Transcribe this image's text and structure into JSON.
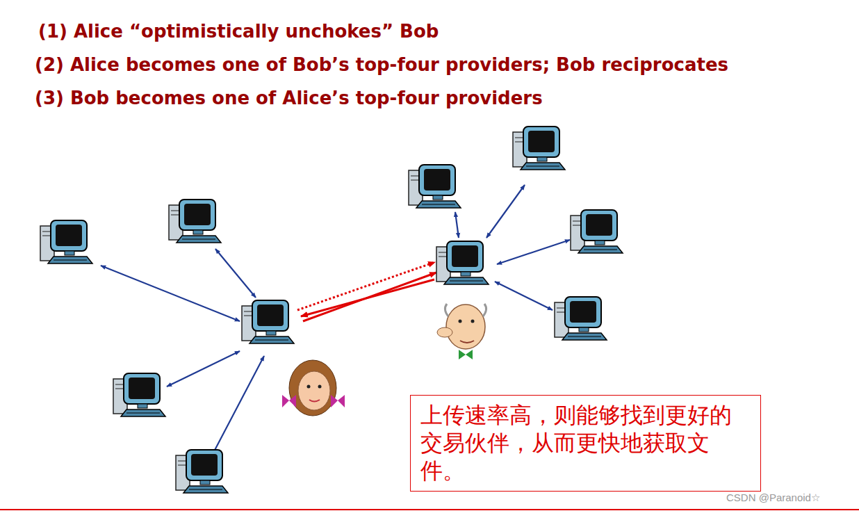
{
  "diagram": {
    "nodes": [
      {
        "text": [
          "上传速率高，则能够找到更好的交易伙伴，从而更快地获取文件。"
        ]
      }
    ],
    "labels": [
      "(1) Alice “optimistically unchokes” Bob",
      "(2) Alice becomes one of Bob’s top-four providers; Bob reciprocates",
      "(3) Bob becomes one of Alice’s top-four providers",
      "CSDN @Paranoid☆"
    ]
  }
}
